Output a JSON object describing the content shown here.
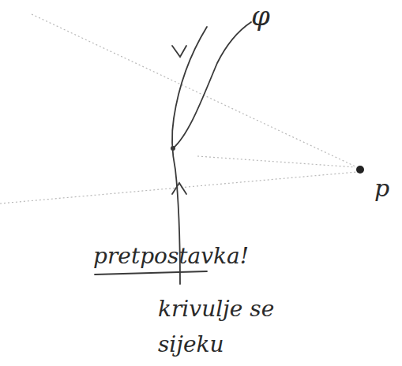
{
  "diagram": {
    "labels": [
      "φ",
      "p",
      "pretpostavka!",
      "krivulje se sijeku"
    ]
  }
}
